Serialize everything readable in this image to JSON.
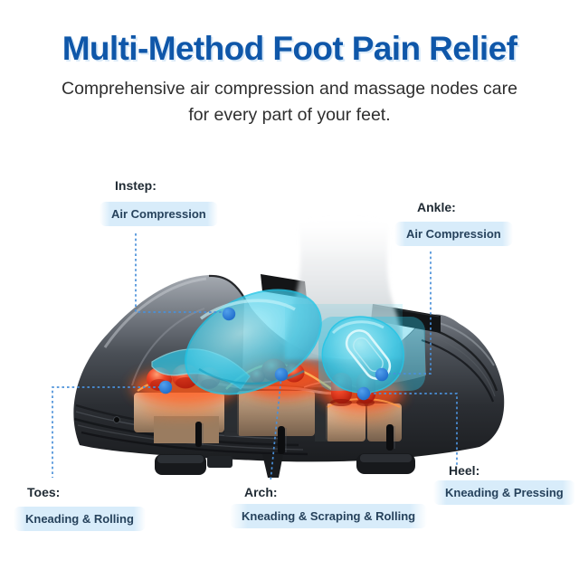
{
  "header": {
    "title": "Multi-Method Foot Pain Relief",
    "subtitle_line1": "Comprehensive air compression and massage nodes care",
    "subtitle_line2": "for every part of your feet."
  },
  "callouts": {
    "instep": {
      "label": "Instep:",
      "method": "Air Compression"
    },
    "ankle": {
      "label": "Ankle:",
      "method": "Air Compression"
    },
    "toes": {
      "label": "Toes:",
      "method": "Kneading & Rolling"
    },
    "arch": {
      "label": "Arch:",
      "method": "Kneading & Scraping & Rolling"
    },
    "heel": {
      "label": "Heel:",
      "method": "Kneading & Pressing"
    }
  },
  "colors": {
    "title_blue": "#0f57a9",
    "pill_background": "#d8ecfa",
    "pill_text": "#26425c",
    "label_text": "#1f2a33",
    "leader_line_blue": "#4a90d9",
    "marker_dot_blue": "#1b6fd3",
    "airbag_cyan": "#2ec4e4",
    "massage_node_red": "#e23a22",
    "heat_glow_orange": "#ff7a30",
    "device_body_dark": "#2a2d31"
  },
  "device": {
    "name": "foot-massager-cutaway-illustration"
  }
}
